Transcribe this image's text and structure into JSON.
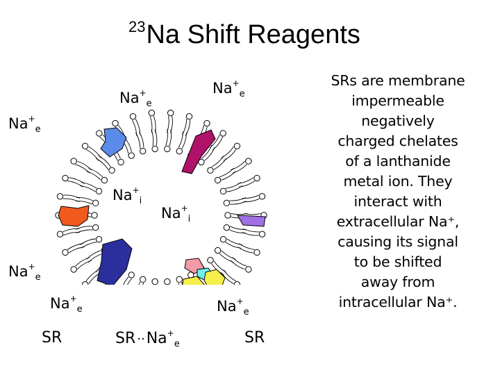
{
  "title": {
    "isotope": "23",
    "text": "Na Shift Reagents"
  },
  "ion": {
    "base": "Na",
    "charge": "+",
    "ext_sub": "e",
    "int_sub": "i"
  },
  "reaction": {
    "reagent": "SR",
    "complex_left": "SR",
    "complex_dots": "··",
    "complex_right": "Na",
    "product": "SR"
  },
  "description": {
    "lines": [
      "SRs are membrane",
      "impermeable",
      "negatively",
      "charged chelates",
      "of a lanthanide",
      "metal ion. They",
      "interact with",
      "extracellular Na⁺,",
      "causing its signal",
      "to be shifted",
      "away from",
      "intracellular Na⁺."
    ]
  },
  "colors": {
    "blob_blue": "#5b8be8",
    "blob_magenta": "#b0126a",
    "blob_orange": "#f05a1c",
    "blob_navy": "#2b2f9e",
    "blob_purple": "#a070e6",
    "blob_pink": "#f29aa6",
    "blob_cyan": "#6ff0ee",
    "blob_yellow": "#f4ef4a",
    "arrow": "#e6b35a"
  }
}
